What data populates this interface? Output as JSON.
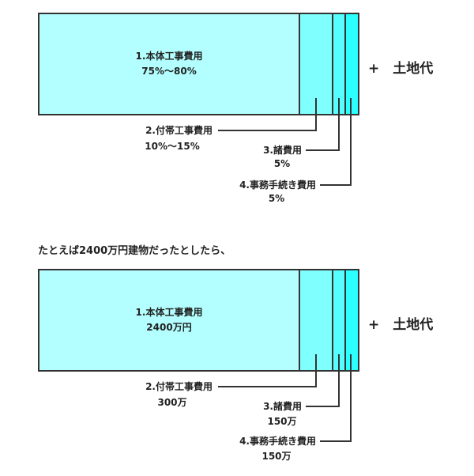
{
  "land_label": "+　土地代",
  "intro": "たとえば2400万円建物だったとしたら、",
  "diagrams": [
    {
      "items": [
        {
          "label": "1.本体工事費用",
          "value": "75%〜80%"
        },
        {
          "label": "2.付帯工事費用",
          "value": "10%〜15%"
        },
        {
          "label": "3.諸費用",
          "value": "5%"
        },
        {
          "label": "4.事務手続き費用",
          "value": "5%"
        }
      ]
    },
    {
      "items": [
        {
          "label": "1.本体工事費用",
          "value": "2400万円"
        },
        {
          "label": "2.付帯工事費用",
          "value": "300万"
        },
        {
          "label": "3.諸費用",
          "value": "150万"
        },
        {
          "label": "4.事務手続き費用",
          "value": "150万"
        }
      ]
    }
  ],
  "colors": {
    "main": "#b3ffff",
    "sub1": "#80ffff",
    "sub2": "#55ffff",
    "sub3": "#2bffff",
    "border": "#333333"
  }
}
